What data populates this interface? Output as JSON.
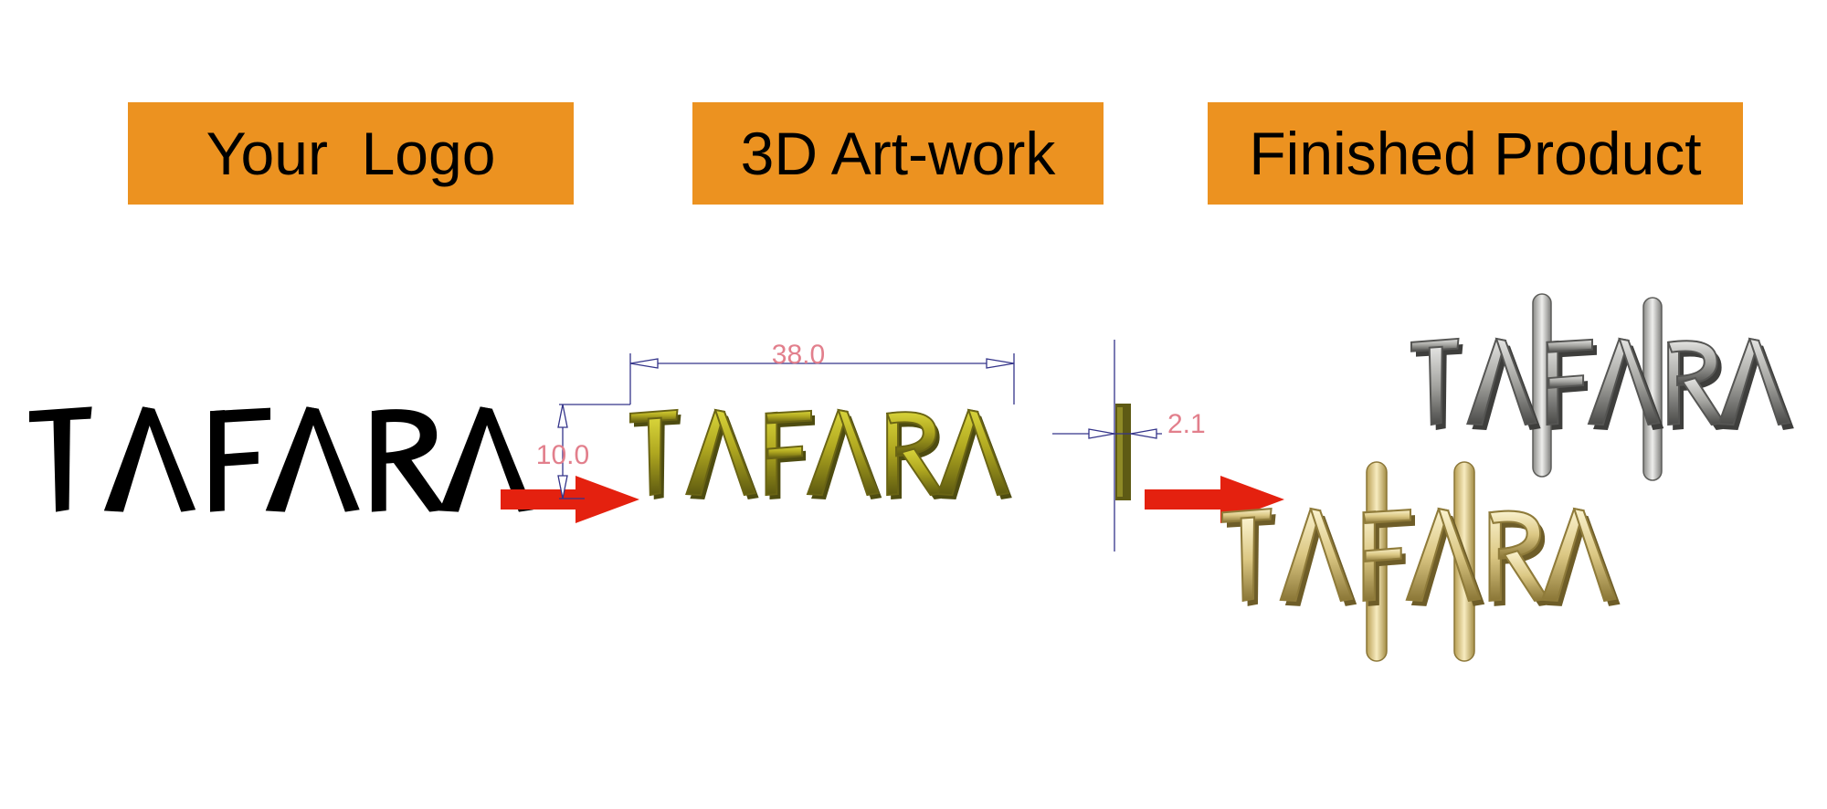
{
  "labels": {
    "your_logo": "Your  Logo",
    "artwork": "3D Art-work",
    "finished": "Finished Product"
  },
  "logo_text": "TAFARA",
  "dimensions": {
    "width": "38.0",
    "height": "10.0",
    "thickness": "2.1"
  },
  "colors": {
    "label_bg": "#ec9220",
    "arrow": "#e4210f",
    "gold": "#d8c47a",
    "silver": "#9a9a98",
    "brass_3d": "#a9a31a",
    "dimension_line": "#34348a",
    "dimension_text": "#e27f8c"
  },
  "icons": [
    "arrow-right-icon",
    "arrow-right-icon"
  ]
}
